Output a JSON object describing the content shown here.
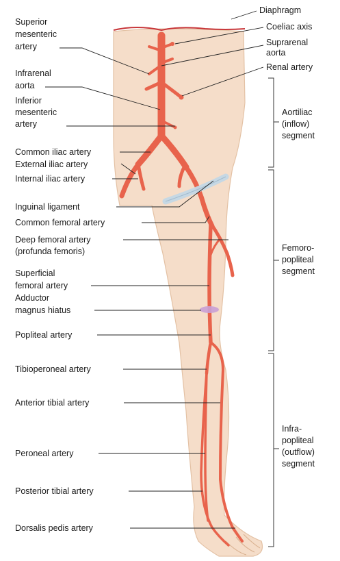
{
  "labels": {
    "diaphragm": "Diaphragm",
    "coeliac_axis": "Coeliac axis",
    "suprarenal_aorta": [
      "Suprarenal",
      "aorta"
    ],
    "renal_artery": "Renal artery",
    "superior_mesenteric_artery": [
      "Superior",
      "mesenteric",
      "artery"
    ],
    "infrarenal_aorta": [
      "Infrarenal",
      "aorta"
    ],
    "inferior_mesenteric_artery": [
      "Inferior",
      "mesenteric",
      "artery"
    ],
    "common_iliac_artery": "Common iliac artery",
    "external_iliac_artery": "External iliac artery",
    "internal_iliac_artery": "Internal iliac artery",
    "inguinal_ligament": "Inguinal ligament",
    "common_femoral_artery": "Common femoral artery",
    "deep_femoral_artery": [
      "Deep femoral artery",
      "(profunda femoris)"
    ],
    "superficial_femoral_artery": [
      "Superficial",
      "femoral artery"
    ],
    "adductor_magnus_hiatus": [
      "Adductor",
      "magnus hiatus"
    ],
    "popliteal_artery": "Popliteal artery",
    "tibioperoneal_artery": "Tibioperoneal artery",
    "anterior_tibial_artery": "Anterior tibial artery",
    "peroneal_artery": "Peroneal artery",
    "posterior_tibial_artery": "Posterior tibial artery",
    "dorsalis_pedis_artery": "Dorsalis pedis artery"
  },
  "segments": {
    "aortoiliac": [
      "Aortiliac",
      "(inflow)",
      "segment"
    ],
    "femoropopliteal": [
      "Femoro-",
      "popliteal",
      "segment"
    ],
    "infrapopliteal": [
      "Infra-",
      "popliteal",
      "(outflow)",
      "segment"
    ]
  },
  "colors": {
    "skin": "#f5ddc9",
    "skin_outline": "#e3c1a4",
    "artery": "#e8634c",
    "diaphragm": "#c8373a",
    "ligament": "#c3d7e6",
    "hiatus": "#c9a0d6"
  }
}
